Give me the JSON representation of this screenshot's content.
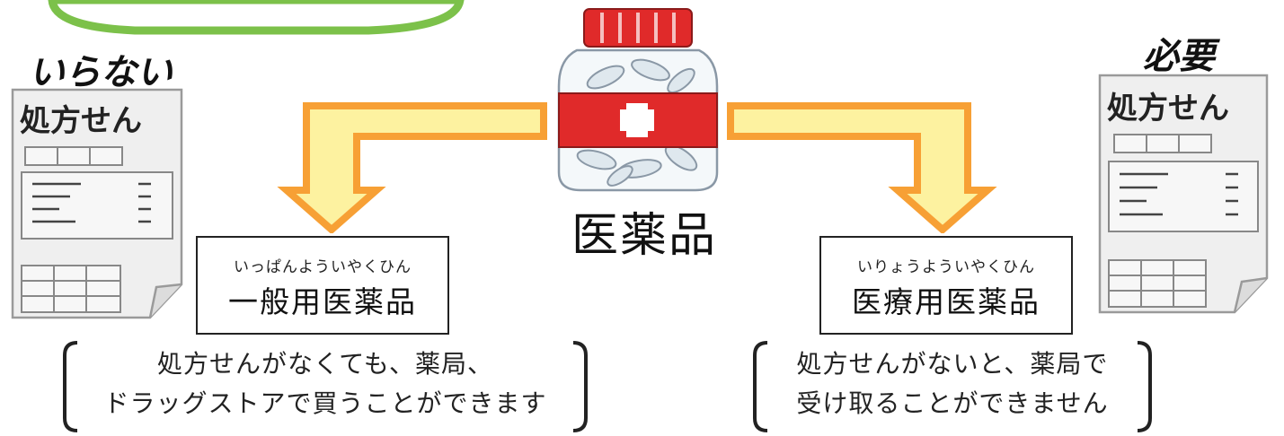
{
  "labels": {
    "left_top": "いらない",
    "right_top": "必要",
    "center": "医薬品"
  },
  "prescription_text": "処方せん",
  "left_box": {
    "ruby": "いっぱんよういやくひん",
    "title": "一般用医薬品",
    "desc_line1": "処方せんがなくても、薬局、",
    "desc_line2": "ドラッグストアで買うことができます"
  },
  "right_box": {
    "ruby": "いりょうよういやくひん",
    "title": "医療用医薬品",
    "desc_line1": "処方せんがないと、薬局で",
    "desc_line2": "受け取ることができません"
  },
  "colors": {
    "arrow_outline": "#f7a035",
    "arrow_fill": "#fdf2a0",
    "green_arc": "#7cc14a",
    "bottle_red": "#e02a2a",
    "paper": "#efefef"
  },
  "icons": [
    "medicine-bottle-icon",
    "prescription-paper-icon",
    "down-arrow-icon"
  ]
}
